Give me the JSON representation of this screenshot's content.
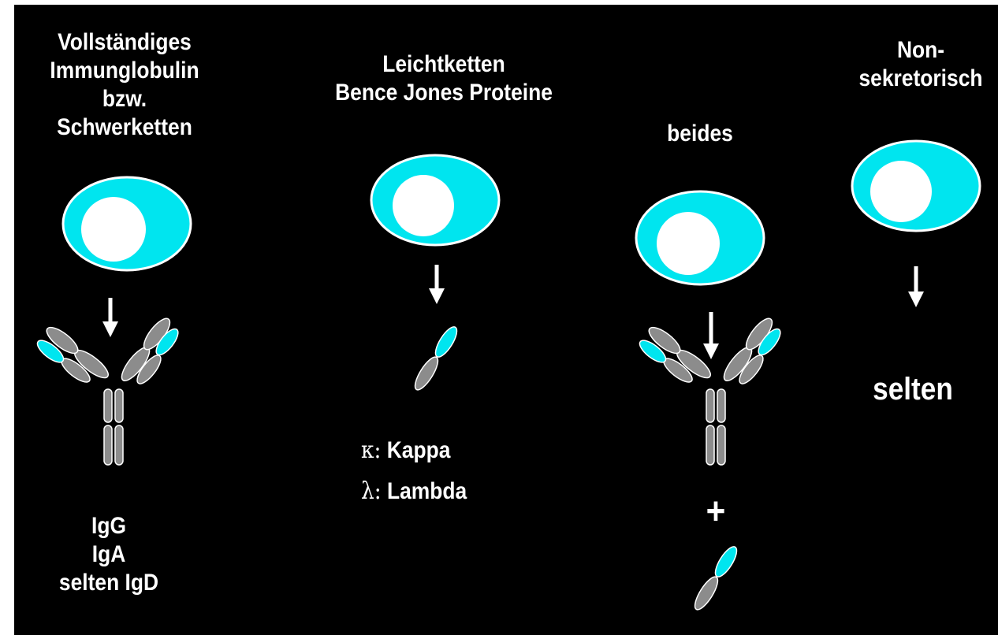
{
  "colors": {
    "background": "#000000",
    "cell_cytoplasm": "#00e5ef",
    "cell_nucleus": "#ffffff",
    "heavy_chain": "#8c8c8c",
    "light_chain_variable": "#00e5ef",
    "text": "#ffffff"
  },
  "columns": [
    {
      "heading": [
        "Vollständiges",
        "Immunglobulin",
        "bzw.",
        "Schwerketten"
      ],
      "labels": [
        "IgG",
        "IgA",
        "selten IgD"
      ]
    },
    {
      "heading": [
        "Leichtketten",
        "Bence Jones Proteine"
      ],
      "labels": [
        {
          "symbol": "κ:",
          "name": "Kappa"
        },
        {
          "symbol": "λ:",
          "name": "Lambda"
        }
      ]
    },
    {
      "heading": [
        "beides"
      ],
      "plus": "+"
    },
    {
      "heading": [
        "Non-",
        "sekretorisch"
      ],
      "note": "selten"
    }
  ]
}
